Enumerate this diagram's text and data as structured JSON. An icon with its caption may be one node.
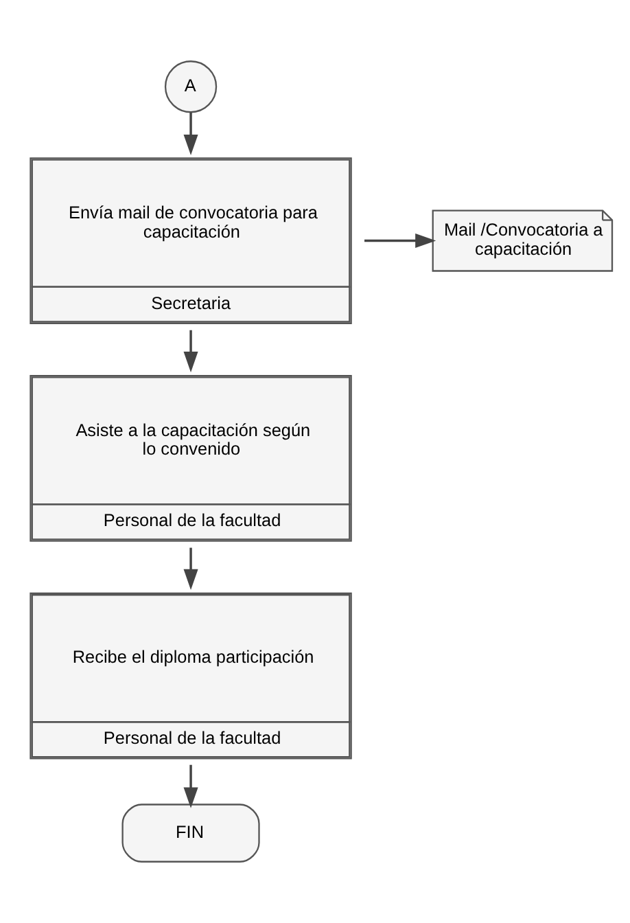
{
  "diagram": {
    "nodes": [
      {
        "text": [
          "A"
        ]
      },
      {
        "text": [
          "Envía mail de convocatoria para capacitación",
          "Secretaria"
        ]
      },
      {
        "text": [
          "Mail /Convocatoria a capacitación"
        ]
      },
      {
        "text": [
          "Asiste a la capacitación según lo convenido",
          "Personal de la facultad"
        ]
      },
      {
        "text": [
          "Recibe el diploma participación",
          "Personal de la facultad"
        ]
      },
      {
        "text": [
          "FIN"
        ]
      }
    ],
    "edges": [
      {
        "from": 0,
        "to": 1,
        "arrow": "to"
      },
      {
        "from": 1,
        "to": 2,
        "arrow": "to"
      },
      {
        "from": 1,
        "to": 3,
        "arrow": "to"
      },
      {
        "from": 3,
        "to": 4,
        "arrow": "to"
      },
      {
        "from": 4,
        "to": 5,
        "arrow": "to"
      }
    ]
  }
}
